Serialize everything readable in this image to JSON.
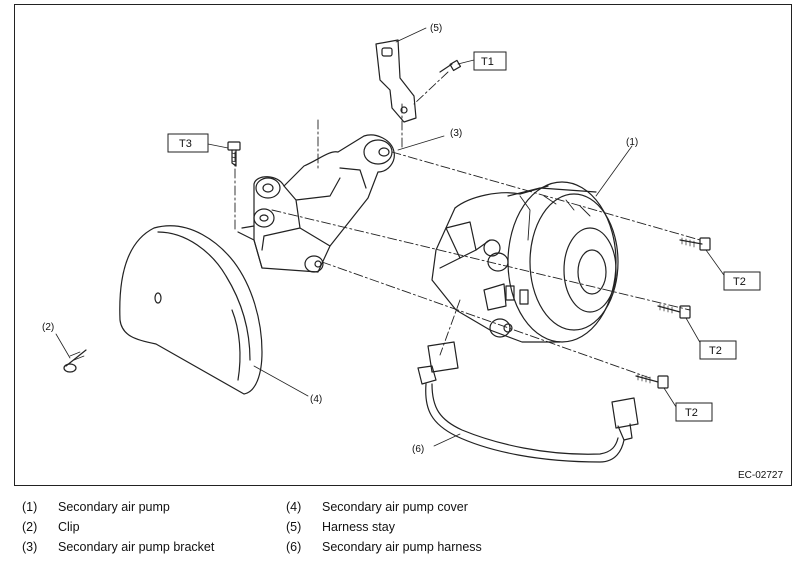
{
  "figure_code": "EC-02727",
  "callouts": {
    "c1": "(1)",
    "c2": "(2)",
    "c3": "(3)",
    "c4": "(4)",
    "c5": "(5)",
    "c6": "(6)"
  },
  "torque_labels": {
    "t1": "T1",
    "t2a": "T2",
    "t2b": "T2",
    "t2c": "T2",
    "t3": "T3"
  },
  "legend": [
    {
      "num": "(1)",
      "label": "Secondary air pump"
    },
    {
      "num": "(2)",
      "label": "Clip"
    },
    {
      "num": "(3)",
      "label": "Secondary air pump bracket"
    },
    {
      "num": "(4)",
      "label": "Secondary air pump cover"
    },
    {
      "num": "(5)",
      "label": "Harness stay"
    },
    {
      "num": "(6)",
      "label": "Secondary air pump harness"
    }
  ]
}
